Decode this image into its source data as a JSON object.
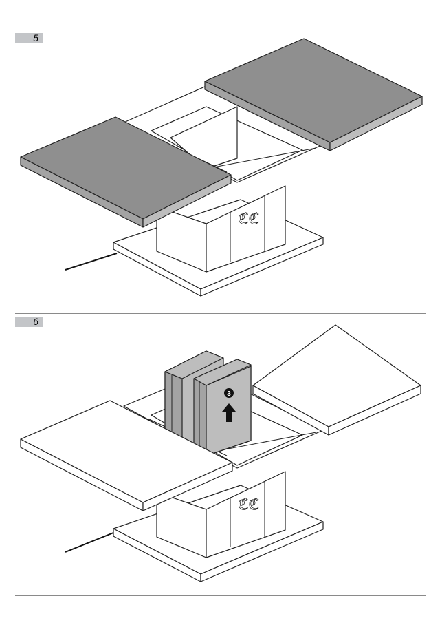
{
  "steps": [
    {
      "number": "5"
    },
    {
      "number": "6",
      "callout": "3"
    }
  ]
}
